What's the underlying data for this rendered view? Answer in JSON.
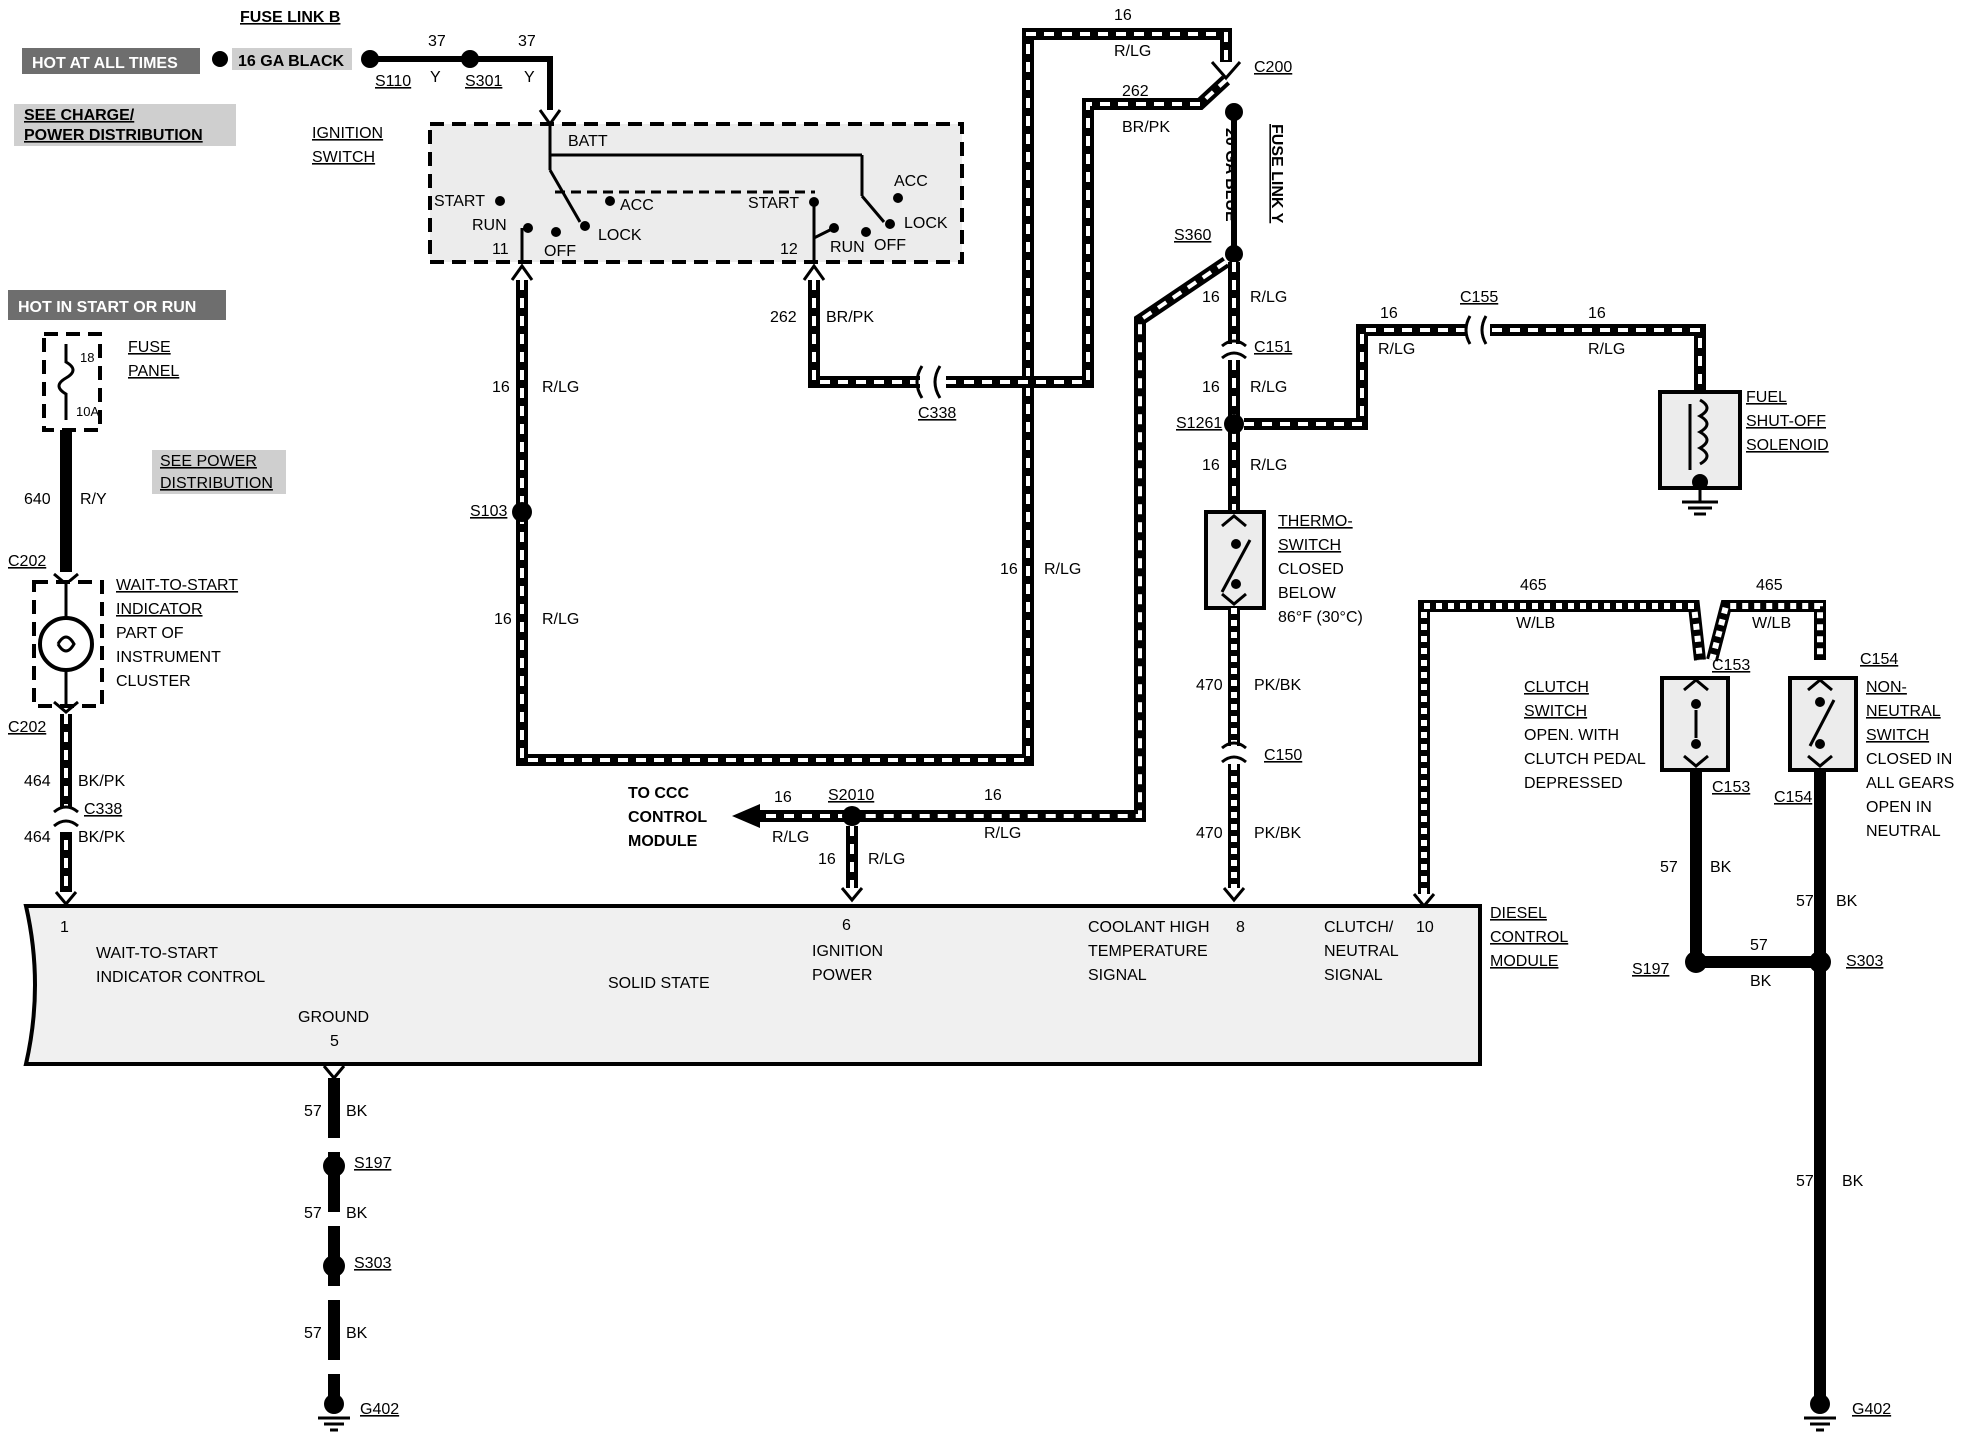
{
  "labels": {
    "fuse_link_b": "FUSE LINK B",
    "hot_at_all_times": "HOT AT ALL TIMES",
    "wire_16ga_black": "16 GA BLACK",
    "see_charge_1": "SEE CHARGE/",
    "see_charge_2": "POWER DISTRIBUTION",
    "ignition_switch_1": "IGNITION",
    "ignition_switch_2": "SWITCH",
    "hot_in_start_or_run": "HOT IN START OR RUN",
    "fuse_panel_1": "FUSE",
    "fuse_panel_2": "PANEL",
    "fuse_18": "18",
    "fuse_10a": "10A",
    "see_power_1": "SEE POWER",
    "see_power_2": "DISTRIBUTION",
    "wait_to_start_1": "WAIT-TO-START",
    "wait_to_start_2": "INDICATOR",
    "wait_to_start_3": "PART OF",
    "wait_to_start_4": "INSTRUMENT",
    "wait_to_start_5": "CLUSTER",
    "fuse_link_y": "FUSE LINK Y",
    "ga_blue": "20 GA BLUE",
    "fuel_1": "FUEL",
    "fuel_2": "SHUT-OFF",
    "fuel_3": "SOLENOID",
    "thermo_1": "THERMO-",
    "thermo_2": "SWITCH",
    "thermo_3": "CLOSED",
    "thermo_4": "BELOW",
    "thermo_5": "86°F  (30°C)",
    "clutch_1": "CLUTCH",
    "clutch_2": "SWITCH",
    "clutch_3": "OPEN. WITH",
    "clutch_4": "CLUTCH PEDAL",
    "clutch_5": "DEPRESSED",
    "nonneutral_1": "NON-",
    "nonneutral_2": "NEUTRAL",
    "nonneutral_3": "SWITCH",
    "nonneutral_4": "CLOSED IN",
    "nonneutral_5": "ALL GEARS",
    "nonneutral_6": "OPEN IN",
    "nonneutral_7": "NEUTRAL",
    "to_ccc_1": "TO CCC",
    "to_ccc_2": "CONTROL",
    "to_ccc_3": "MODULE",
    "diesel_1": "DIESEL",
    "diesel_2": "CONTROL",
    "diesel_3": "MODULE",
    "pin1": "1",
    "wts_ctrl_1": "WAIT-TO-START",
    "wts_ctrl_2": "INDICATOR CONTROL",
    "ground": "GROUND",
    "pin5": "5",
    "solid_state": "SOLID STATE",
    "pin6": "6",
    "ign_power_1": "IGNITION",
    "ign_power_2": "POWER",
    "coolant_1": "COOLANT HIGH",
    "coolant_2": "TEMPERATURE",
    "coolant_3": "SIGNAL",
    "pin8": "8",
    "clutch_sig_1": "CLUTCH/",
    "clutch_sig_2": "NEUTRAL",
    "clutch_sig_3": "SIGNAL",
    "pin10": "10",
    "batt": "BATT",
    "start": "START",
    "run": "RUN",
    "acc": "ACC",
    "lock": "LOCK",
    "off": "OFF",
    "pin11": "11",
    "pin12": "12"
  },
  "connectors": {
    "s110": "S110",
    "s301": "S301",
    "c200": "C200",
    "s360": "S360",
    "c151": "C151",
    "c155": "C155",
    "s1261": "S1261",
    "c338a": "C338",
    "s103": "S103",
    "c202a": "C202",
    "c202b": "C202",
    "c338b": "C338",
    "c150": "C150",
    "c153a": "C153",
    "c153b": "C153",
    "c154a": "C154",
    "c154b": "C154",
    "s2010": "S2010",
    "s197a": "S197",
    "s303a": "S303",
    "s197b": "S197",
    "s303b": "S303",
    "g402a": "G402",
    "g402b": "G402"
  },
  "wires": {
    "w37a": "37",
    "w37b": "37",
    "ya": "Y",
    "yb": "Y",
    "w16_top": "16",
    "rlg_top": "R/LG",
    "w262_top": "262",
    "brpk_top": "BR/PK",
    "w16_s360": "16",
    "rlg_s360": "R/LG",
    "w16_c155a": "16",
    "rlg_c155a": "R/LG",
    "w16_c155b": "16",
    "rlg_c155b": "R/LG",
    "w16_s1261": "16",
    "rlg_s1261": "R/LG",
    "w16_thermo": "16",
    "rlg_thermo": "R/LG",
    "w262_ign": "262",
    "brpk_ign": "BR/PK",
    "w16_left": "16",
    "rlg_left": "R/LG",
    "w16_left2": "16",
    "rlg_left2": "R/LG",
    "w16_mid": "16",
    "rlg_mid": "R/LG",
    "w640": "640",
    "ry": "R/Y",
    "w464a": "464",
    "bkpka": "BK/PK",
    "w464b": "464",
    "bkpkb": "BK/PK",
    "w470a": "470",
    "pkbka": "PK/BK",
    "w470b": "470",
    "pkbkb": "PK/BK",
    "w465a": "465",
    "wlba": "W/LB",
    "w465b": "465",
    "wlbb": "W/LB",
    "w16_ccc": "16",
    "rlg_ccc": "R/LG",
    "w16_s2010": "16",
    "rlg_s2010": "R/LG",
    "w16_s2010b": "16",
    "rlg_s2010b": "R/LG",
    "w57_c153": "57",
    "bk_c153": "BK",
    "w57_c154": "57",
    "bk_c154": "BK",
    "w57_mid": "57",
    "bk_mid": "BK",
    "w57_gnd1": "57",
    "bk_gnd1": "BK",
    "w57_gnd2": "57",
    "bk_gnd2": "BK",
    "w57_gnd3": "57",
    "bk_gnd3": "BK",
    "w57_right": "57",
    "bk_right": "BK"
  }
}
